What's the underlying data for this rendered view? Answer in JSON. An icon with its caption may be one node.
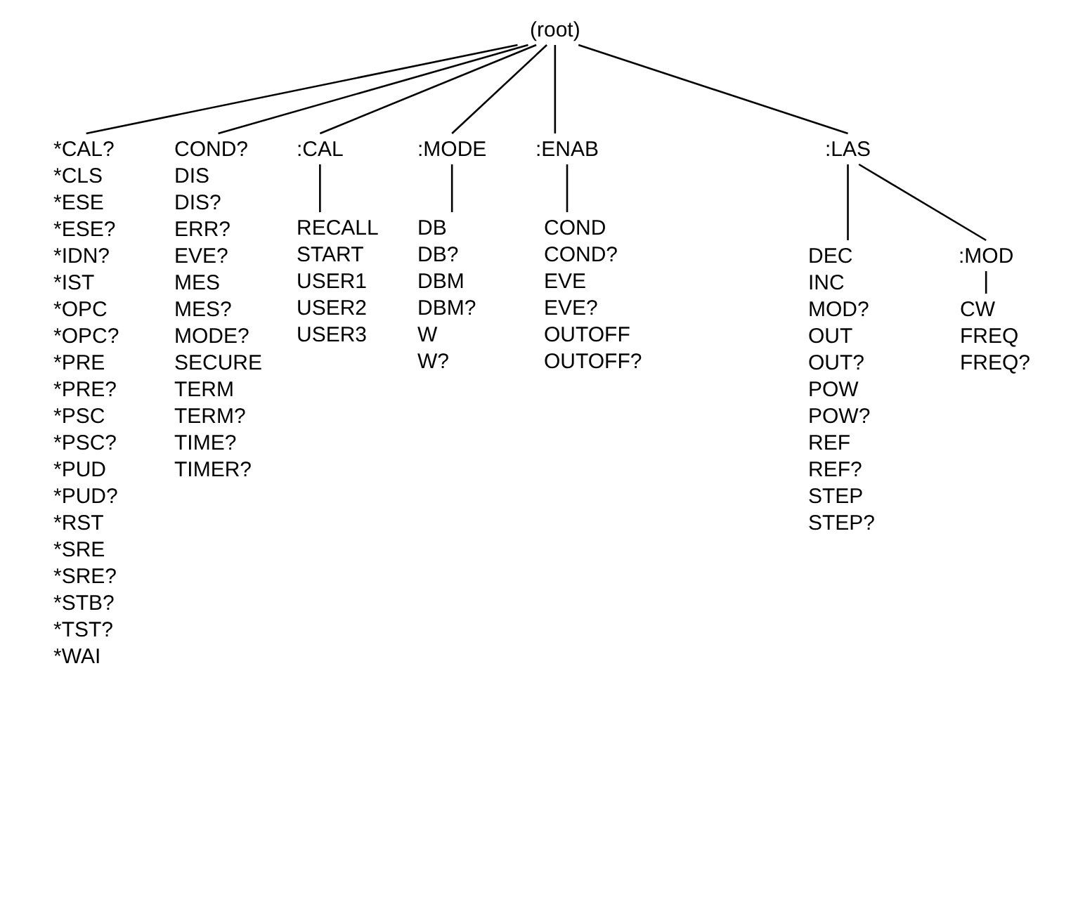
{
  "diagram": {
    "nodes": [
      {
        "text": [
          "(root)"
        ]
      },
      {
        "text": [
          "*CAL?",
          "*CLS",
          "*ESE",
          "*ESE?",
          "*IDN?",
          "*IST",
          "*OPC",
          "*OPC?",
          "*PRE",
          "*PRE?",
          "*PSC",
          "*PSC?",
          "*PUD",
          "*PUD?",
          "*RST",
          "*SRE",
          "*SRE?",
          "*STB?",
          "*TST?",
          "*WAI"
        ]
      },
      {
        "text": [
          "COND?",
          "DIS",
          "DIS?",
          "ERR?",
          "EVE?",
          "MES",
          "MES?",
          "MODE?",
          "SECURE",
          "TERM",
          "TERM?",
          "TIME?",
          "TIMER?"
        ]
      },
      {
        "text": [
          ":CAL"
        ]
      },
      {
        "text": [
          "RECALL",
          "START",
          "USER1",
          "USER2",
          "USER3"
        ]
      },
      {
        "text": [
          ":MODE"
        ]
      },
      {
        "text": [
          "DB",
          "DB?",
          "DBM",
          "DBM?",
          "W",
          "W?"
        ]
      },
      {
        "text": [
          ":ENAB"
        ]
      },
      {
        "text": [
          "COND",
          "COND?",
          "EVE",
          "EVE?",
          "OUTOFF",
          "OUTOFF?"
        ]
      },
      {
        "text": [
          ":LAS"
        ]
      },
      {
        "text": [
          "DEC",
          "INC",
          "MOD?",
          "OUT",
          "OUT?",
          "POW",
          "POW?",
          "REF",
          "REF?",
          "STEP",
          "STEP?"
        ]
      },
      {
        "text": [
          ":MOD"
        ]
      },
      {
        "text": [
          "CW",
          "FREQ",
          "FREQ?"
        ]
      }
    ],
    "edges": [
      {
        "from": 0,
        "to": 1,
        "arrow": "none"
      },
      {
        "from": 0,
        "to": 2,
        "arrow": "none"
      },
      {
        "from": 0,
        "to": 3,
        "arrow": "none"
      },
      {
        "from": 0,
        "to": 5,
        "arrow": "none"
      },
      {
        "from": 0,
        "to": 7,
        "arrow": "none"
      },
      {
        "from": 0,
        "to": 9,
        "arrow": "none"
      },
      {
        "from": 3,
        "to": 4,
        "arrow": "none"
      },
      {
        "from": 5,
        "to": 6,
        "arrow": "none"
      },
      {
        "from": 7,
        "to": 8,
        "arrow": "none"
      },
      {
        "from": 9,
        "to": 10,
        "arrow": "none"
      },
      {
        "from": 9,
        "to": 11,
        "arrow": "none"
      },
      {
        "from": 11,
        "to": 12,
        "arrow": "none"
      }
    ]
  }
}
